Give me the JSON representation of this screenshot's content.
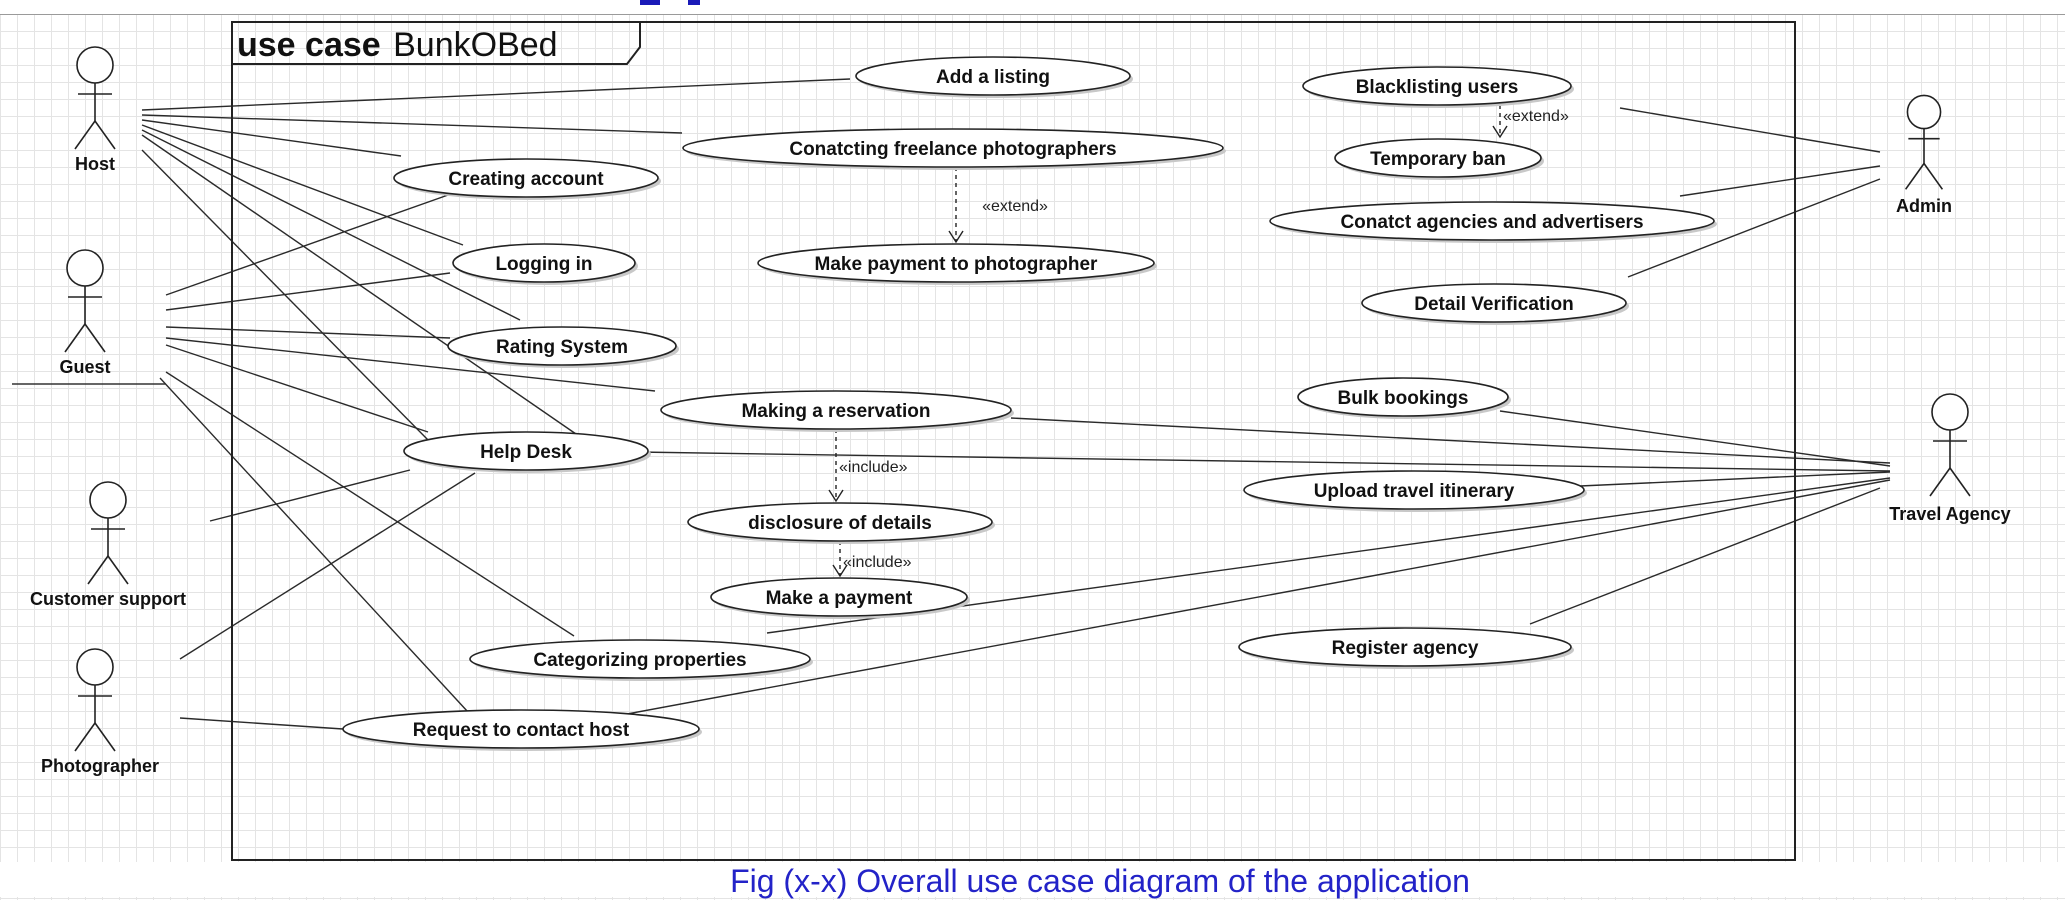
{
  "frame": {
    "keyword": "use case",
    "name": "BunkOBed"
  },
  "actors": [
    {
      "id": "host",
      "label": "Host"
    },
    {
      "id": "guest",
      "label": "Guest"
    },
    {
      "id": "customer_support",
      "label": "Customer support"
    },
    {
      "id": "photographer",
      "label": "Photographer"
    },
    {
      "id": "admin",
      "label": "Admin"
    },
    {
      "id": "travel_agency",
      "label": "Travel Agency"
    }
  ],
  "use_cases": [
    {
      "id": "add_listing",
      "label": "Add a listing"
    },
    {
      "id": "contact_photographers",
      "label": "Conatcting freelance photographers"
    },
    {
      "id": "creating_account",
      "label": "Creating account"
    },
    {
      "id": "make_payment_photographer",
      "label": "Make payment to photographer"
    },
    {
      "id": "logging_in",
      "label": "Logging in"
    },
    {
      "id": "rating_system",
      "label": "Rating System"
    },
    {
      "id": "making_reservation",
      "label": "Making a reservation"
    },
    {
      "id": "help_desk",
      "label": "Help Desk"
    },
    {
      "id": "disclosure_details",
      "label": "disclosure of details"
    },
    {
      "id": "make_payment",
      "label": "Make a payment"
    },
    {
      "id": "categorizing_properties",
      "label": "Categorizing properties"
    },
    {
      "id": "request_contact_host",
      "label": "Request to contact host"
    },
    {
      "id": "blacklisting_users",
      "label": "Blacklisting users"
    },
    {
      "id": "temporary_ban",
      "label": "Temporary ban"
    },
    {
      "id": "contact_agencies",
      "label": "Conatct agencies and advertisers"
    },
    {
      "id": "detail_verification",
      "label": "Detail Verification"
    },
    {
      "id": "bulk_bookings",
      "label": "Bulk bookings"
    },
    {
      "id": "upload_itinerary",
      "label": "Upload travel itinerary"
    },
    {
      "id": "register_agency",
      "label": "Register agency"
    }
  ],
  "relations": [
    {
      "from": "contact_photographers",
      "to": "make_payment_photographer",
      "stereotype": "«extend»"
    },
    {
      "from": "blacklisting_users",
      "to": "temporary_ban",
      "stereotype": "«extend»"
    },
    {
      "from": "making_reservation",
      "to": "disclosure_details",
      "stereotype": "«include»"
    },
    {
      "from": "disclosure_details",
      "to": "make_payment",
      "stereotype": "«include»"
    }
  ],
  "caption": "Fig (x-x) Overall use case diagram of the application"
}
